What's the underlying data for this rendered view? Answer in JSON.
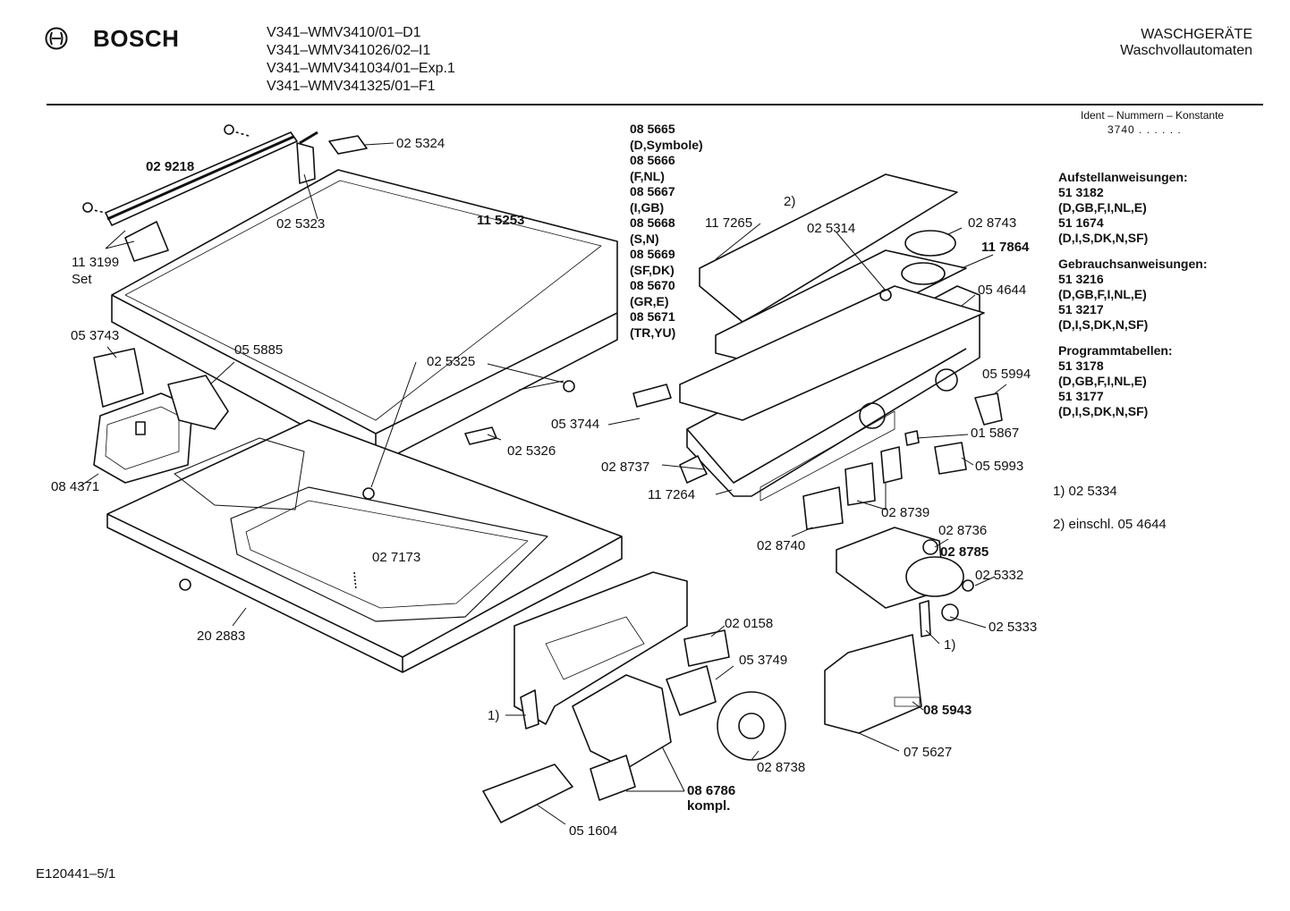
{
  "header": {
    "brand": "BOSCH",
    "models": [
      "V341–WMV3410/01–D1",
      "V341–WMV341026/02–I1",
      "V341–WMV341034/01–Exp.1",
      "V341–WMV341325/01–F1"
    ],
    "category": "WASCHGERÄTE",
    "subcategory": "Waschvollautomaten"
  },
  "ident": {
    "label": "Ident – Nummern – Konstante",
    "value": "3740 . . . . . ."
  },
  "sidebar": {
    "sections": [
      {
        "title": "Aufstellanweisungen:",
        "lines": [
          "51 3182",
          "(D,GB,F,I,NL,E)",
          "51 1674",
          "(D,I,S,DK,N,SF)"
        ]
      },
      {
        "title": "Gebrauchsanweisungen:",
        "lines": [
          "51 3216",
          "(D,GB,F,I,NL,E)",
          "51 3217",
          "(D,I,S,DK,N,SF)"
        ]
      },
      {
        "title": "Programmtabellen:",
        "lines": [
          "51 3178",
          "(D,GB,F,I,NL,E)",
          "51 3177",
          "(D,I,S,DK,N,SF)"
        ]
      }
    ],
    "notes": [
      "1)  02 5334",
      "2)  einschl. 05 4644"
    ]
  },
  "panel_list": [
    "08 5665",
    "(D,Symbole)",
    "08 5666",
    "(F,NL)",
    "08 5667",
    "(I,GB)",
    "08 5668",
    "(S,N)",
    "08 5669",
    "(SF,DK)",
    "08 5670",
    "(GR,E)",
    "08 5671",
    "(TR,YU)"
  ],
  "part_labels": {
    "p025324": "02 5324",
    "p029218": "02 9218",
    "p025323": "02 5323",
    "p115253": "11  5253",
    "p113199": "11 3199",
    "set": "Set",
    "p053743": "05 3743",
    "p055885": "05 5885",
    "p025325": "02 5325",
    "p025326": "02 5326",
    "p084371": "08 4371",
    "p027173": "02 7173",
    "p202883": "20 2883",
    "p117265": "11 7265",
    "n2": "2)",
    "p025314": "02 5314",
    "p028743": "02 8743",
    "p117864": "11 7864",
    "p054644": "05 4644",
    "p055994": "05 5994",
    "p053744": "05 3744",
    "p015867": "01 5867",
    "p028737": "02 8737",
    "p055993": "05 5993",
    "p117264": "11 7264",
    "p028739": "02 8739",
    "p028736": "02 8736",
    "p028740": "02 8740",
    "p028785": "02 8785",
    "p025332": "02 5332",
    "p025333": "02 5333",
    "n1a": "1)",
    "p020158": "02 0158",
    "p053749": "05 3749",
    "n1b": "1)",
    "p085943": "08 5943",
    "p028738": "02 8738",
    "p075627": "07 5627",
    "p086786": "08 6786",
    "kompl": "kompl.",
    "p051604": "05 1604"
  },
  "footer": {
    "code": "E120441–5/1"
  }
}
